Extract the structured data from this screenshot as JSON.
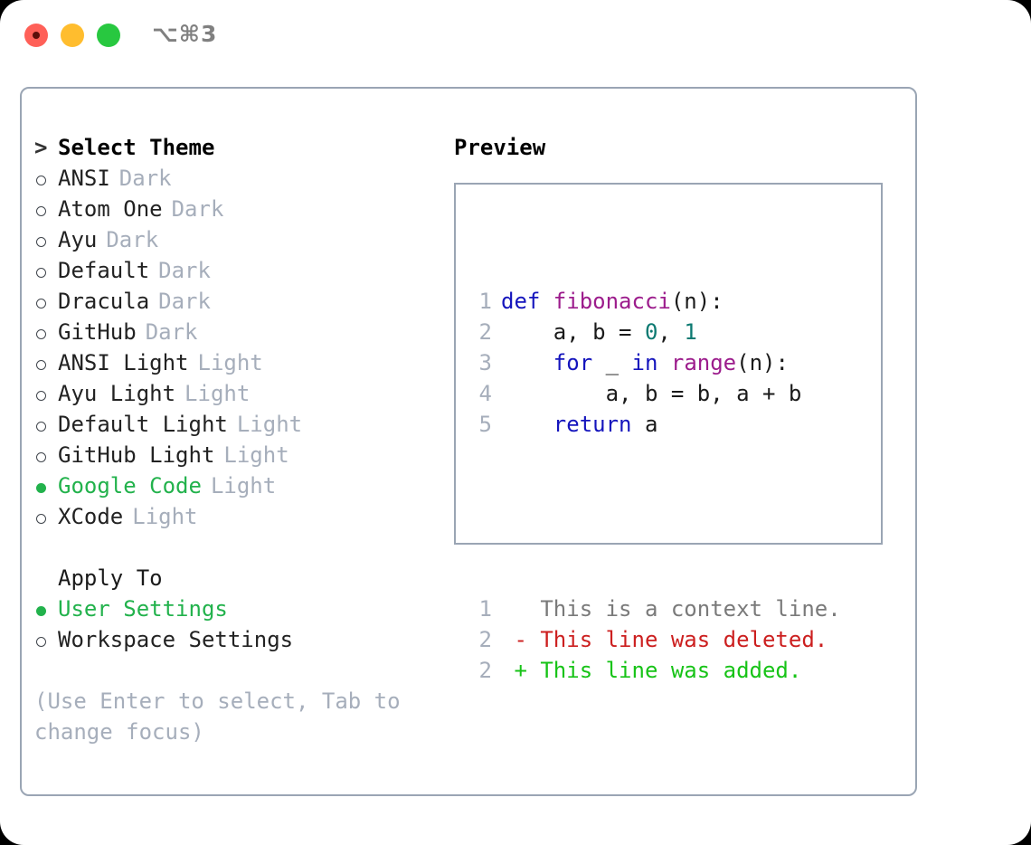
{
  "window": {
    "title_shortcut": "⌥⌘3",
    "traffic_lights": [
      {
        "name": "close",
        "color": "#ff6058"
      },
      {
        "name": "minimize",
        "color": "#ffbd2e"
      },
      {
        "name": "maximize",
        "color": "#28c840"
      }
    ]
  },
  "colors": {
    "panel_border": "#9aa5b4",
    "accent_green": "#22b24c",
    "muted": "#a6aebb",
    "keyword": "#1515bd",
    "function": "#9c1c8c",
    "number": "#0d7a72",
    "diff_add": "#17c317",
    "diff_del": "#cc1f1f",
    "diff_ctx": "#7a7a7a"
  },
  "left": {
    "section_title": "Select Theme",
    "prompt_marker": ">",
    "themes": [
      {
        "name": "ANSI",
        "kind": "Dark",
        "selected": false
      },
      {
        "name": "Atom One",
        "kind": "Dark",
        "selected": false
      },
      {
        "name": "Ayu",
        "kind": "Dark",
        "selected": false
      },
      {
        "name": "Default",
        "kind": "Dark",
        "selected": false
      },
      {
        "name": "Dracula",
        "kind": "Dark",
        "selected": false
      },
      {
        "name": "GitHub",
        "kind": "Dark",
        "selected": false
      },
      {
        "name": "ANSI Light",
        "kind": "Light",
        "selected": false
      },
      {
        "name": "Ayu Light",
        "kind": "Light",
        "selected": false
      },
      {
        "name": "Default Light",
        "kind": "Light",
        "selected": false
      },
      {
        "name": "GitHub Light",
        "kind": "Light",
        "selected": false
      },
      {
        "name": "Google Code",
        "kind": "Light",
        "selected": true
      },
      {
        "name": "XCode",
        "kind": "Light",
        "selected": false
      }
    ],
    "apply_to_title": "Apply To",
    "apply_to": [
      {
        "label": "User Settings",
        "selected": true
      },
      {
        "label": "Workspace Settings",
        "selected": false
      }
    ],
    "hint": "(Use Enter to select, Tab to\nchange focus)"
  },
  "right": {
    "preview_title": "Preview",
    "code_lines": [
      {
        "no": "1",
        "tokens": [
          {
            "t": "def ",
            "c": "kw"
          },
          {
            "t": "fibonacci",
            "c": "fn"
          },
          {
            "t": "(n):",
            "c": "plain"
          }
        ]
      },
      {
        "no": "2",
        "tokens": [
          {
            "t": "    a, b = ",
            "c": "plain"
          },
          {
            "t": "0",
            "c": "num"
          },
          {
            "t": ", ",
            "c": "plain"
          },
          {
            "t": "1",
            "c": "num"
          }
        ]
      },
      {
        "no": "3",
        "tokens": [
          {
            "t": "    ",
            "c": "plain"
          },
          {
            "t": "for",
            "c": "kw"
          },
          {
            "t": " _ ",
            "c": "plain"
          },
          {
            "t": "in",
            "c": "kw"
          },
          {
            "t": " ",
            "c": "plain"
          },
          {
            "t": "range",
            "c": "fn"
          },
          {
            "t": "(n):",
            "c": "plain"
          }
        ]
      },
      {
        "no": "4",
        "tokens": [
          {
            "t": "        a, b = b, a + b",
            "c": "plain"
          }
        ]
      },
      {
        "no": "5",
        "tokens": [
          {
            "t": "    ",
            "c": "plain"
          },
          {
            "t": "return",
            "c": "kw"
          },
          {
            "t": " a",
            "c": "plain"
          }
        ]
      }
    ],
    "diff_lines": [
      {
        "no": "1",
        "sign": " ",
        "text": " This is a context line.",
        "kind": "ctx"
      },
      {
        "no": "2",
        "sign": "-",
        "text": " This line was deleted.",
        "kind": "del"
      },
      {
        "no": "2",
        "sign": "+",
        "text": " This line was added.",
        "kind": "add"
      }
    ]
  }
}
